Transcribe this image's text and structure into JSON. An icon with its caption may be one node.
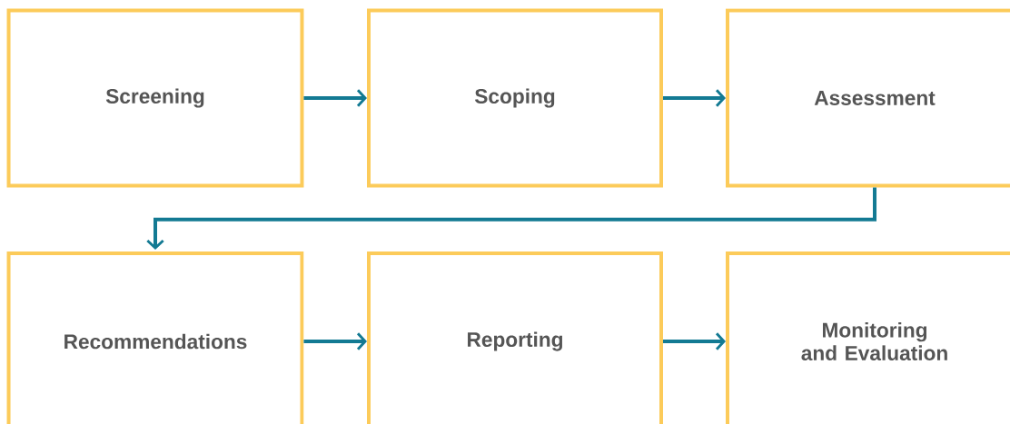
{
  "diagram": {
    "nodes": [
      {
        "text": [
          "Screening"
        ]
      },
      {
        "text": [
          "Scoping"
        ]
      },
      {
        "text": [
          "Assessment"
        ]
      },
      {
        "text": [
          "Recommendations"
        ]
      },
      {
        "text": [
          "Reporting"
        ]
      },
      {
        "text": [
          "Monitoring and Evaluation"
        ]
      }
    ],
    "edges": [
      {
        "from": 0,
        "to": 1,
        "arrow": "to"
      },
      {
        "from": 1,
        "to": 2,
        "arrow": "to"
      },
      {
        "from": 2,
        "to": 3,
        "arrow": "to"
      },
      {
        "from": 3,
        "to": 4,
        "arrow": "to"
      },
      {
        "from": 4,
        "to": 5,
        "arrow": "to"
      }
    ]
  }
}
